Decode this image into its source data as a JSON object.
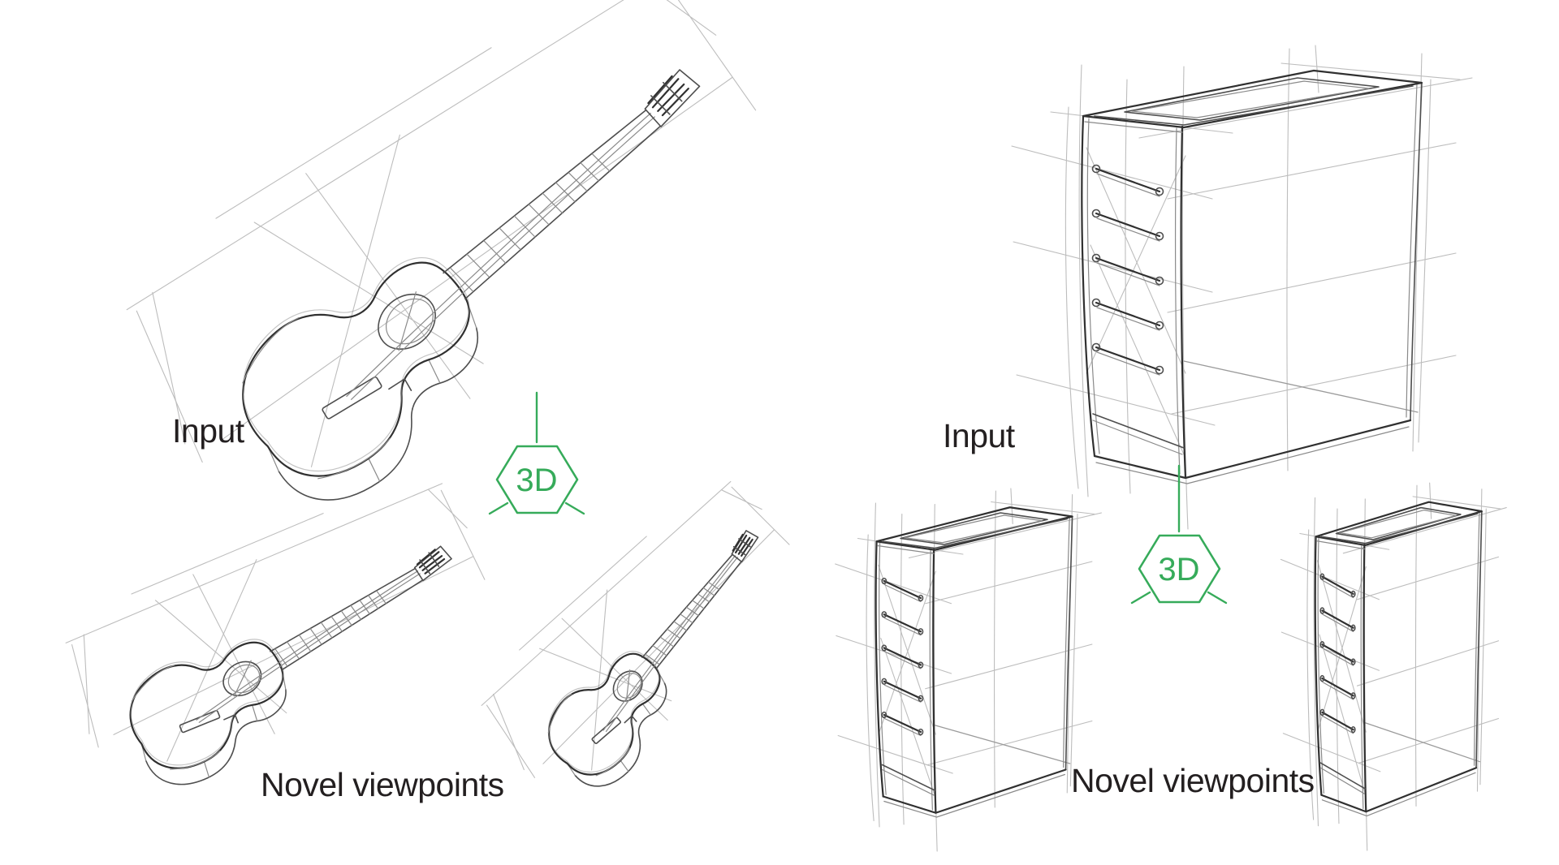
{
  "colors": {
    "accent_green": "#36ab5a",
    "text_ink": "#231f20",
    "sketch_ink": "#4e4e4e",
    "construction_gray": "#bdbdbd",
    "background": "#ffffff"
  },
  "icons": {
    "process_badge": "hexagon-3d-badge",
    "flow_arrow": "swallowtail-arrow-icon"
  },
  "panels": [
    {
      "object": "guitar",
      "input_label": "Input",
      "process_label": "3D",
      "output_label": "Novel viewpoints",
      "sketches": {
        "input": "hand-drawn acoustic guitar in perspective with construction box",
        "novel_1": "guitar sketch from flatter novel viewpoint",
        "novel_2": "guitar sketch from steeper novel viewpoint"
      }
    },
    {
      "object": "cabinet",
      "input_label": "Input",
      "process_label": "3D",
      "output_label": "Novel viewpoints",
      "sketches": {
        "input": "hand-drawn five-drawer cabinet in perspective with construction lines",
        "novel_1": "cabinet sketch from left novel viewpoint",
        "novel_2": "cabinet sketch from right novel viewpoint"
      }
    }
  ]
}
